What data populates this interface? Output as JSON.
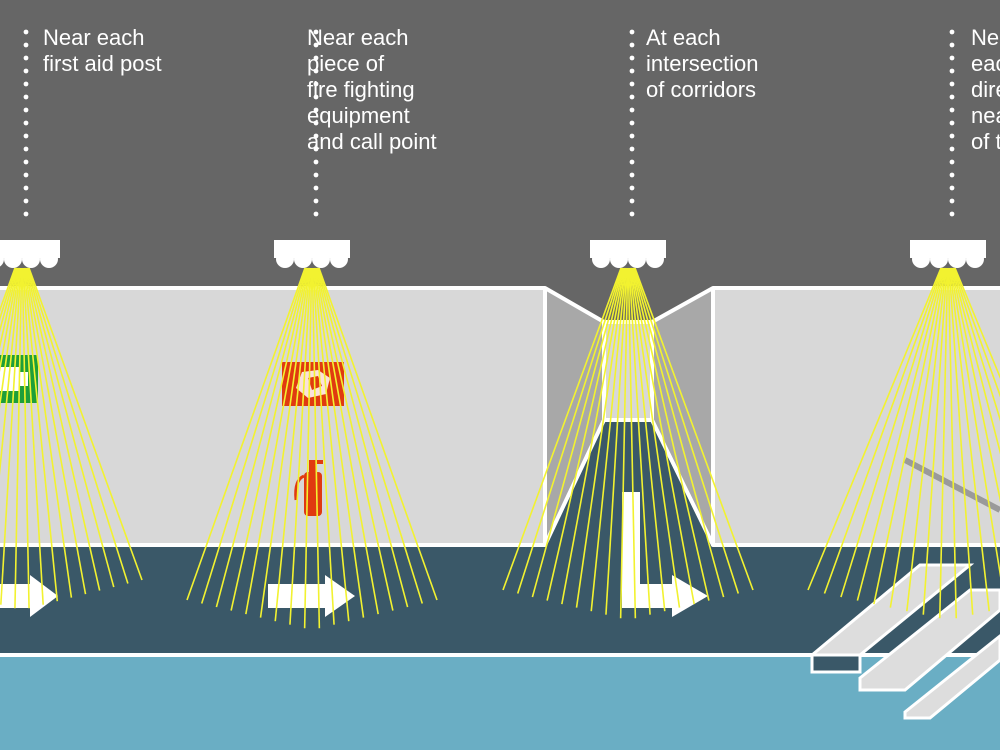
{
  "placements": [
    {
      "text": "Near each\nfirst aid post"
    },
    {
      "text": "Near each\npiece of\nfire fighting\nequipment\nand call point"
    },
    {
      "text": "At each\nintersection\nof corridors"
    },
    {
      "text": "Near\neach\ndirection\nnear\nof the"
    }
  ],
  "icons": [
    "first-aid-sign-icon",
    "fire-equipment-sign-icon",
    "fire-extinguisher-icon",
    "direction-arrow-icon",
    "turn-arrow-icon",
    "emergency-light-icon",
    "stairs-icon"
  ],
  "colors": {
    "ceiling": "#666666",
    "wall": "#d8d8d8",
    "floor": "#3a5868",
    "lower_area": "#6aaec4",
    "light_beam": "#f2f230",
    "first_aid_green": "#1e9e3a",
    "fire_red": "#e03a10",
    "outline": "#ffffff"
  }
}
